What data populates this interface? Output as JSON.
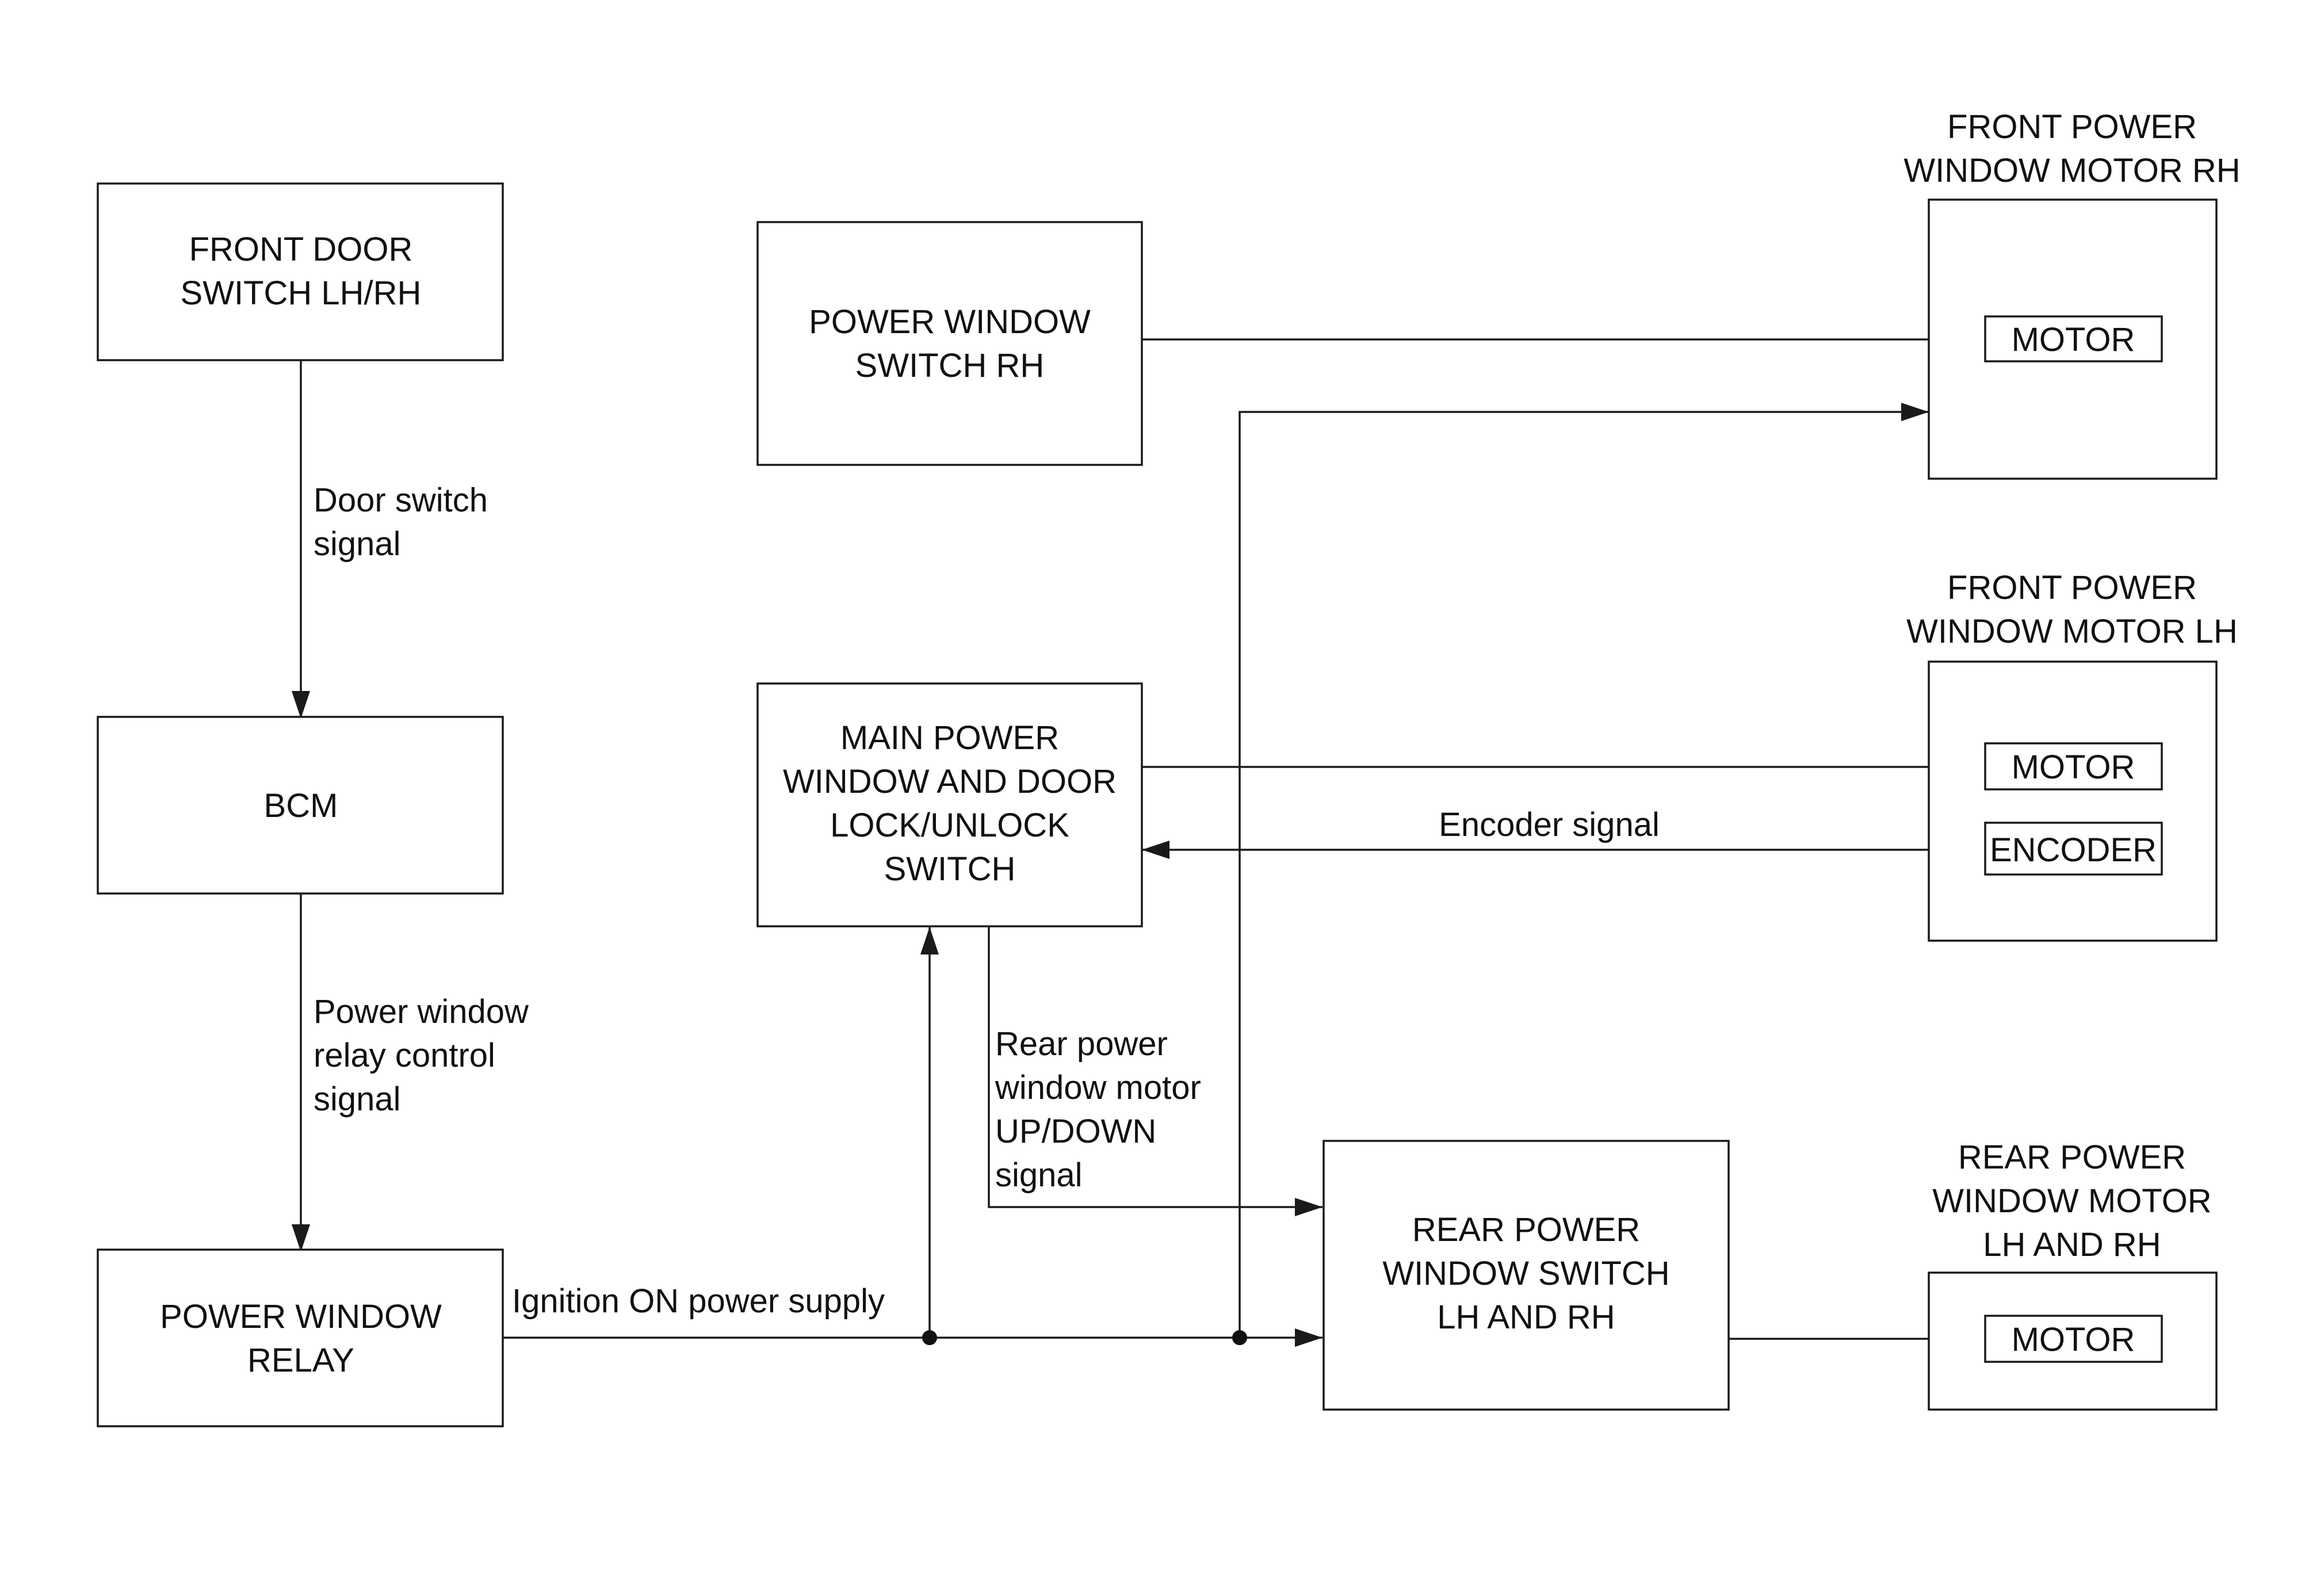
{
  "blocks": {
    "front_door_switch": [
      "FRONT DOOR",
      "SWITCH LH/RH"
    ],
    "bcm": [
      "BCM"
    ],
    "power_window_relay": [
      "POWER WINDOW",
      "RELAY"
    ],
    "power_window_switch_rh": [
      "POWER WINDOW",
      "SWITCH RH"
    ],
    "main_power_window_switch": [
      "MAIN POWER",
      "WINDOW AND DOOR",
      "LOCK/UNLOCK",
      "SWITCH"
    ],
    "rear_power_window_switch": [
      "REAR POWER",
      "WINDOW SWITCH",
      "LH AND RH"
    ]
  },
  "motor_titles": {
    "front_rh": [
      "FRONT POWER",
      "WINDOW MOTOR RH"
    ],
    "front_lh": [
      "FRONT POWER",
      "WINDOW MOTOR LH"
    ],
    "rear": [
      "REAR POWER",
      "WINDOW MOTOR",
      "LH AND RH"
    ]
  },
  "components": {
    "motor": "MOTOR",
    "encoder": "ENCODER"
  },
  "signals": {
    "door_switch": [
      "Door switch",
      "signal"
    ],
    "relay_control": [
      "Power window",
      "relay control",
      "signal"
    ],
    "ignition": [
      "Ignition ON power supply"
    ],
    "encoder": [
      "Encoder signal"
    ],
    "rear_updown": [
      "Rear power",
      "window motor",
      "UP/DOWN",
      "signal"
    ]
  }
}
